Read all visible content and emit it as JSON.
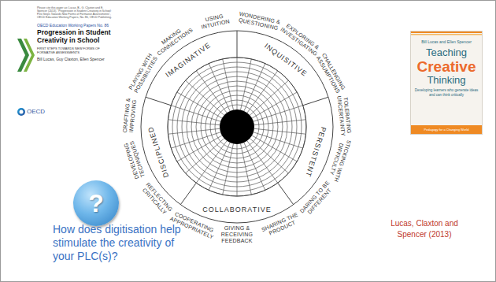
{
  "diagram": {
    "nodes": [
      {
        "text": [
          "Please cite this paper as: Lucas, B., G. Claxton and E. Spencer (2013), “Progression in Student Creativity in School: First Steps Towards New Forms of Formative Assessments”, OECD Education Working Papers, No. 86, OECD Publishing.",
          "OECD Education Working Papers No. 86",
          "Progression in Student Creativity in School",
          "FIRST STEPS TOWARDS NEW FORMS OF FORMATIVE ASSESSMENTS",
          "Bill Lucas, Guy Claxton, Ellen Spencer"
        ]
      },
      {
        "text": [
          "Bill Lucas and Ellen Spencer",
          "Teaching",
          "Creative",
          "Thinking",
          "Developing learners who generate ideas and can think critically",
          "Pedagogy for a Changing World"
        ]
      },
      {
        "text": [
          "?"
        ]
      }
    ],
    "labels": [
      "USING INTUITION",
      "WONDERING & QUESTIONING",
      "EXPLORING & INVESTIGATING",
      "CHALLENGING ASSUMPTIONS",
      "TOLERATING UNCERTAINTY",
      "STICKING WITH DIFFICULTY",
      "DARING TO BE DIFFERENT",
      "SHARING THE PRODUCT",
      "GIVING & RECEIVING FEEDBACK",
      "COOPERATING APPROPRIATELY",
      "REFLECTING CRITICALLY",
      "DEVELOPING TECHNIQUES",
      "CRAFTING & IMPROVING",
      "PLAYING WITH POSSIBILITIES",
      "MAKING CONNECTIONS",
      "IMAGINATIVE",
      "INQUISITIVE",
      "PERSISTENT",
      "COLLABORATIVE",
      "DISCIPLINED",
      "How does digitisation help stimulate the creativity of your PLC(s)?",
      "Lucas, Claxton and Spencer (2013)",
      "OECD"
    ]
  }
}
